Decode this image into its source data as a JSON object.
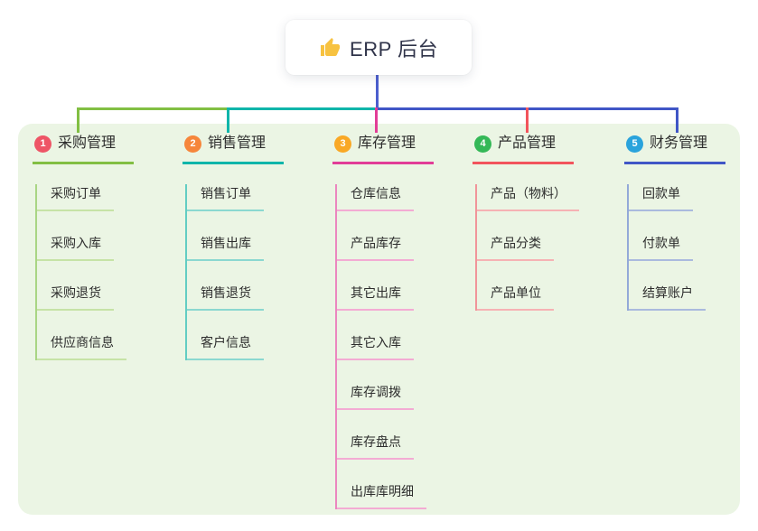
{
  "root": {
    "title": "ERP 后台",
    "icon": "thumbs-up-icon"
  },
  "colors": {
    "page_background": "#ffffff",
    "panel_background": "#ebf5e4",
    "root_connector": "#4c5fce",
    "root_text": "#2f3349",
    "thumb_yellow": "#f7c240",
    "label_text": "#2d2d2d"
  },
  "branches": [
    {
      "index": "1",
      "label": "采购管理",
      "colors": {
        "badge": "#ee5566",
        "line": "#82bf43",
        "trunk": "#a9d584",
        "light": "#c6e3a6"
      },
      "children": [
        "采购订单",
        "采购入库",
        "采购退货",
        "供应商信息"
      ]
    },
    {
      "index": "2",
      "label": "销售管理",
      "colors": {
        "badge": "#f6863b",
        "line": "#0fb5aa",
        "trunk": "#62cdc3",
        "light": "#8bd8d0"
      },
      "children": [
        "销售订单",
        "销售出库",
        "销售退货",
        "客户信息"
      ]
    },
    {
      "index": "3",
      "label": "库存管理",
      "colors": {
        "badge": "#f9a825",
        "line": "#e23d97",
        "trunk": "#eb86bf",
        "light": "#f3abd3"
      },
      "children": [
        "仓库信息",
        "产品库存",
        "其它出库",
        "其它入库",
        "库存调拨",
        "库存盘点",
        "出库库明细"
      ]
    },
    {
      "index": "4",
      "label": "产品管理",
      "colors": {
        "badge": "#34b857",
        "line": "#f2545c",
        "trunk": "#f1959a",
        "light": "#f6b2b4"
      },
      "children": [
        "产品（物料）",
        "产品分类",
        "产品单位"
      ]
    },
    {
      "index": "5",
      "label": "财务管理",
      "colors": {
        "badge": "#2aa3dc",
        "line": "#4056c6",
        "trunk": "#93a9d8",
        "light": "#aabade"
      },
      "children": [
        "回款单",
        "付款单",
        "结算账户"
      ]
    }
  ]
}
